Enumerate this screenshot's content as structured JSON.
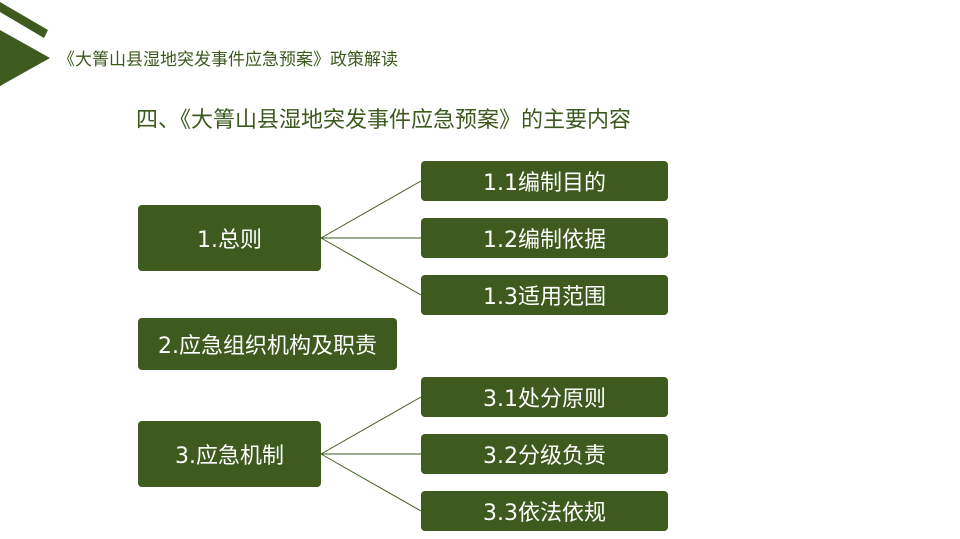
{
  "header": {
    "title": "《大箐山县湿地突发事件应急预案》政策解读"
  },
  "section": {
    "title": "四、《大箐山县湿地突发事件应急预案》的主要内容"
  },
  "diagram": {
    "nodes": {
      "general": "1.总则",
      "general_sub1": "1.1编制目的",
      "general_sub2": "1.2编制依据",
      "general_sub3": "1.3适用范围",
      "organization": "2.应急组织机构及职责",
      "mechanism": "3.应急机制",
      "mechanism_sub1": "3.1处分原则",
      "mechanism_sub2": "3.2分级负责",
      "mechanism_sub3": "3.3依法依规"
    }
  },
  "colors": {
    "box_fill": "#3e5a1f",
    "title_text": "#3c5a1e",
    "line": "#3e5a1f"
  }
}
